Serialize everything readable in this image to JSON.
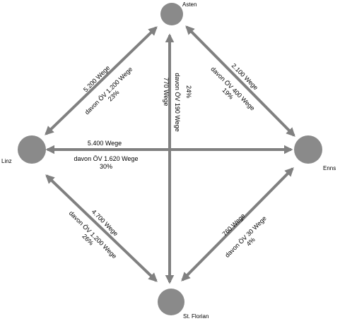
{
  "colors": {
    "node_fill": "#8a8a8a",
    "arrow": "#808080",
    "text": "#000000",
    "background": "#ffffff"
  },
  "nodes": {
    "asten": "Asten",
    "linz": "Linz",
    "enns": "Enns",
    "st_florian": "St. Florian"
  },
  "flows": {
    "linz_asten": {
      "trips": "5.200 Wege",
      "public_transport": "davon ÖV 1.200 Wege",
      "share": "23%"
    },
    "asten_enns": {
      "trips": "2.100 Wege",
      "public_transport": "davon ÖV 400 Wege",
      "share": "19%"
    },
    "linz_enns": {
      "trips": "5.400 Wege",
      "public_transport": "davon ÖV 1.620 Wege",
      "share": "30%"
    },
    "asten_st_florian": {
      "trips": "770 Wege",
      "public_transport": "davon ÖV 190 Wege",
      "share": "24%"
    },
    "linz_st_florian": {
      "trips": "4.700 Wege",
      "public_transport": "davon ÖV 1.200 Wege",
      "share": "26%"
    },
    "enns_st_florian": {
      "trips": "760 Wege",
      "public_transport": "davon ÖV 30 Wege",
      "share": "4%"
    }
  }
}
